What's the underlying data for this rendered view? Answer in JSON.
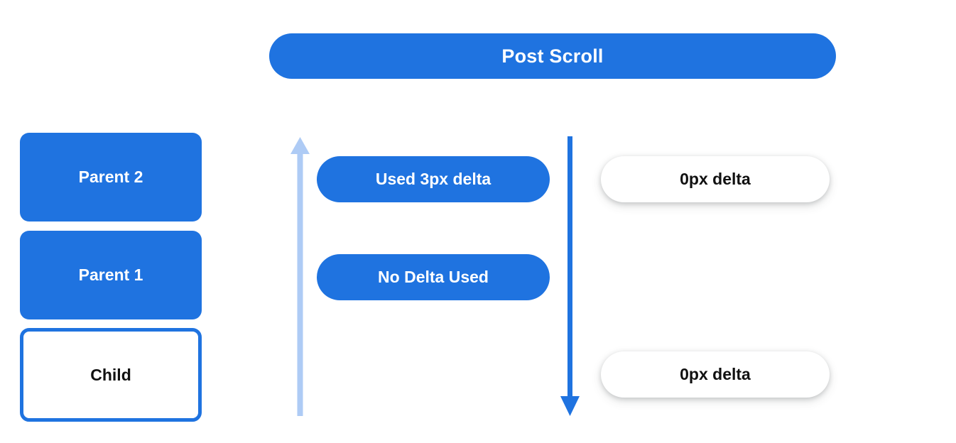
{
  "header": {
    "title": "Post Scroll"
  },
  "hierarchy": {
    "nodes": [
      {
        "label": "Parent 2",
        "style": "filled"
      },
      {
        "label": "Parent 1",
        "style": "filled"
      },
      {
        "label": "Child",
        "style": "outlined"
      }
    ]
  },
  "arrows": [
    {
      "name": "scroll-bubble-up-arrow",
      "direction": "up",
      "color": "#aecbf5"
    },
    {
      "name": "scroll-propagate-down-arrow",
      "direction": "down",
      "color": "#1f73e0"
    }
  ],
  "consumed_column": {
    "pills": [
      {
        "label": "Used 3px delta"
      },
      {
        "label": "No Delta Used"
      }
    ]
  },
  "remaining_column": {
    "pills": [
      {
        "label": "0px delta"
      },
      {
        "label": "0px delta"
      }
    ]
  },
  "colors": {
    "accent_blue": "#1f73e0",
    "light_blue": "#aecbf5",
    "background": "#ffffff",
    "text_dark": "#111111",
    "text_light": "#ffffff"
  }
}
